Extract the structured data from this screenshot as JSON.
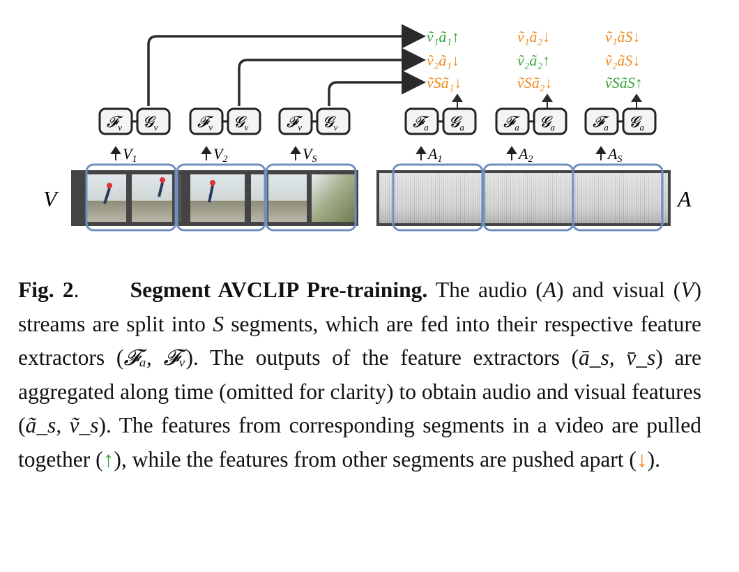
{
  "figure": {
    "stream_labels": {
      "visual": "V",
      "audio": "A"
    },
    "extractor_labels": {
      "visual_F": "𝓕",
      "visual_F_sub": "v",
      "visual_G": "𝓖",
      "visual_G_sub": "v",
      "audio_F": "𝓕",
      "audio_F_sub": "a",
      "audio_G": "𝓖",
      "audio_G_sub": "a"
    },
    "segment_labels": {
      "visual": [
        {
          "base": "V",
          "sub": "1"
        },
        {
          "base": "V",
          "sub": "2"
        },
        {
          "base": "V",
          "sub": "S"
        }
      ],
      "audio": [
        {
          "base": "A",
          "sub": "1"
        },
        {
          "base": "A",
          "sub": "2"
        },
        {
          "base": "A",
          "sub": "S"
        }
      ]
    },
    "pair_columns": [
      [
        {
          "text": "ṽ₁ã₁↑",
          "kind": "pull"
        },
        {
          "text": "ṽ₂ã₁↓",
          "kind": "push"
        },
        {
          "text": "ṽSã₁↓",
          "kind": "push"
        }
      ],
      [
        {
          "text": "ṽ₁ã₂↓",
          "kind": "push"
        },
        {
          "text": "ṽ₂ã₂↑",
          "kind": "pull"
        },
        {
          "text": "ṽSã₂↓",
          "kind": "push"
        }
      ],
      [
        {
          "text": "ṽ₁ãS↓",
          "kind": "push"
        },
        {
          "text": "ṽ₂ãS↓",
          "kind": "push"
        },
        {
          "text": "ṽSãS↑",
          "kind": "pull"
        }
      ]
    ],
    "colors": {
      "pull": "#3aa53a",
      "push": "#f08a1c",
      "segment_box": "#6f8fbf",
      "arrow": "#2a2a2a"
    }
  },
  "caption": {
    "fig_label": "Fig. 2",
    "title": "Segment AVCLIP Pre-training.",
    "text_1": "The audio (",
    "sym_A": "A",
    "text_2": ") and visual (",
    "sym_V": "V",
    "text_3": ") streams are split into ",
    "sym_S": "S",
    "text_4": " segments, which are fed into their respective feature extractors (",
    "sym_Fa": "𝓕ₐ, 𝓕ᵥ",
    "text_5": "). The outputs of the feature extractors (",
    "sym_bar": "ā_s, v̄_s",
    "text_6": ") are aggregated along time (omitted for clarity) to obtain audio and visual features (",
    "sym_tilde": "ã_s, ṽ_s",
    "text_7": "). The features from corresponding segments in a video are pulled together (",
    "up_arrow": "↑",
    "text_8": "), while the features from other segments are pushed apart (",
    "down_arrow": "↓",
    "text_9": ")."
  }
}
